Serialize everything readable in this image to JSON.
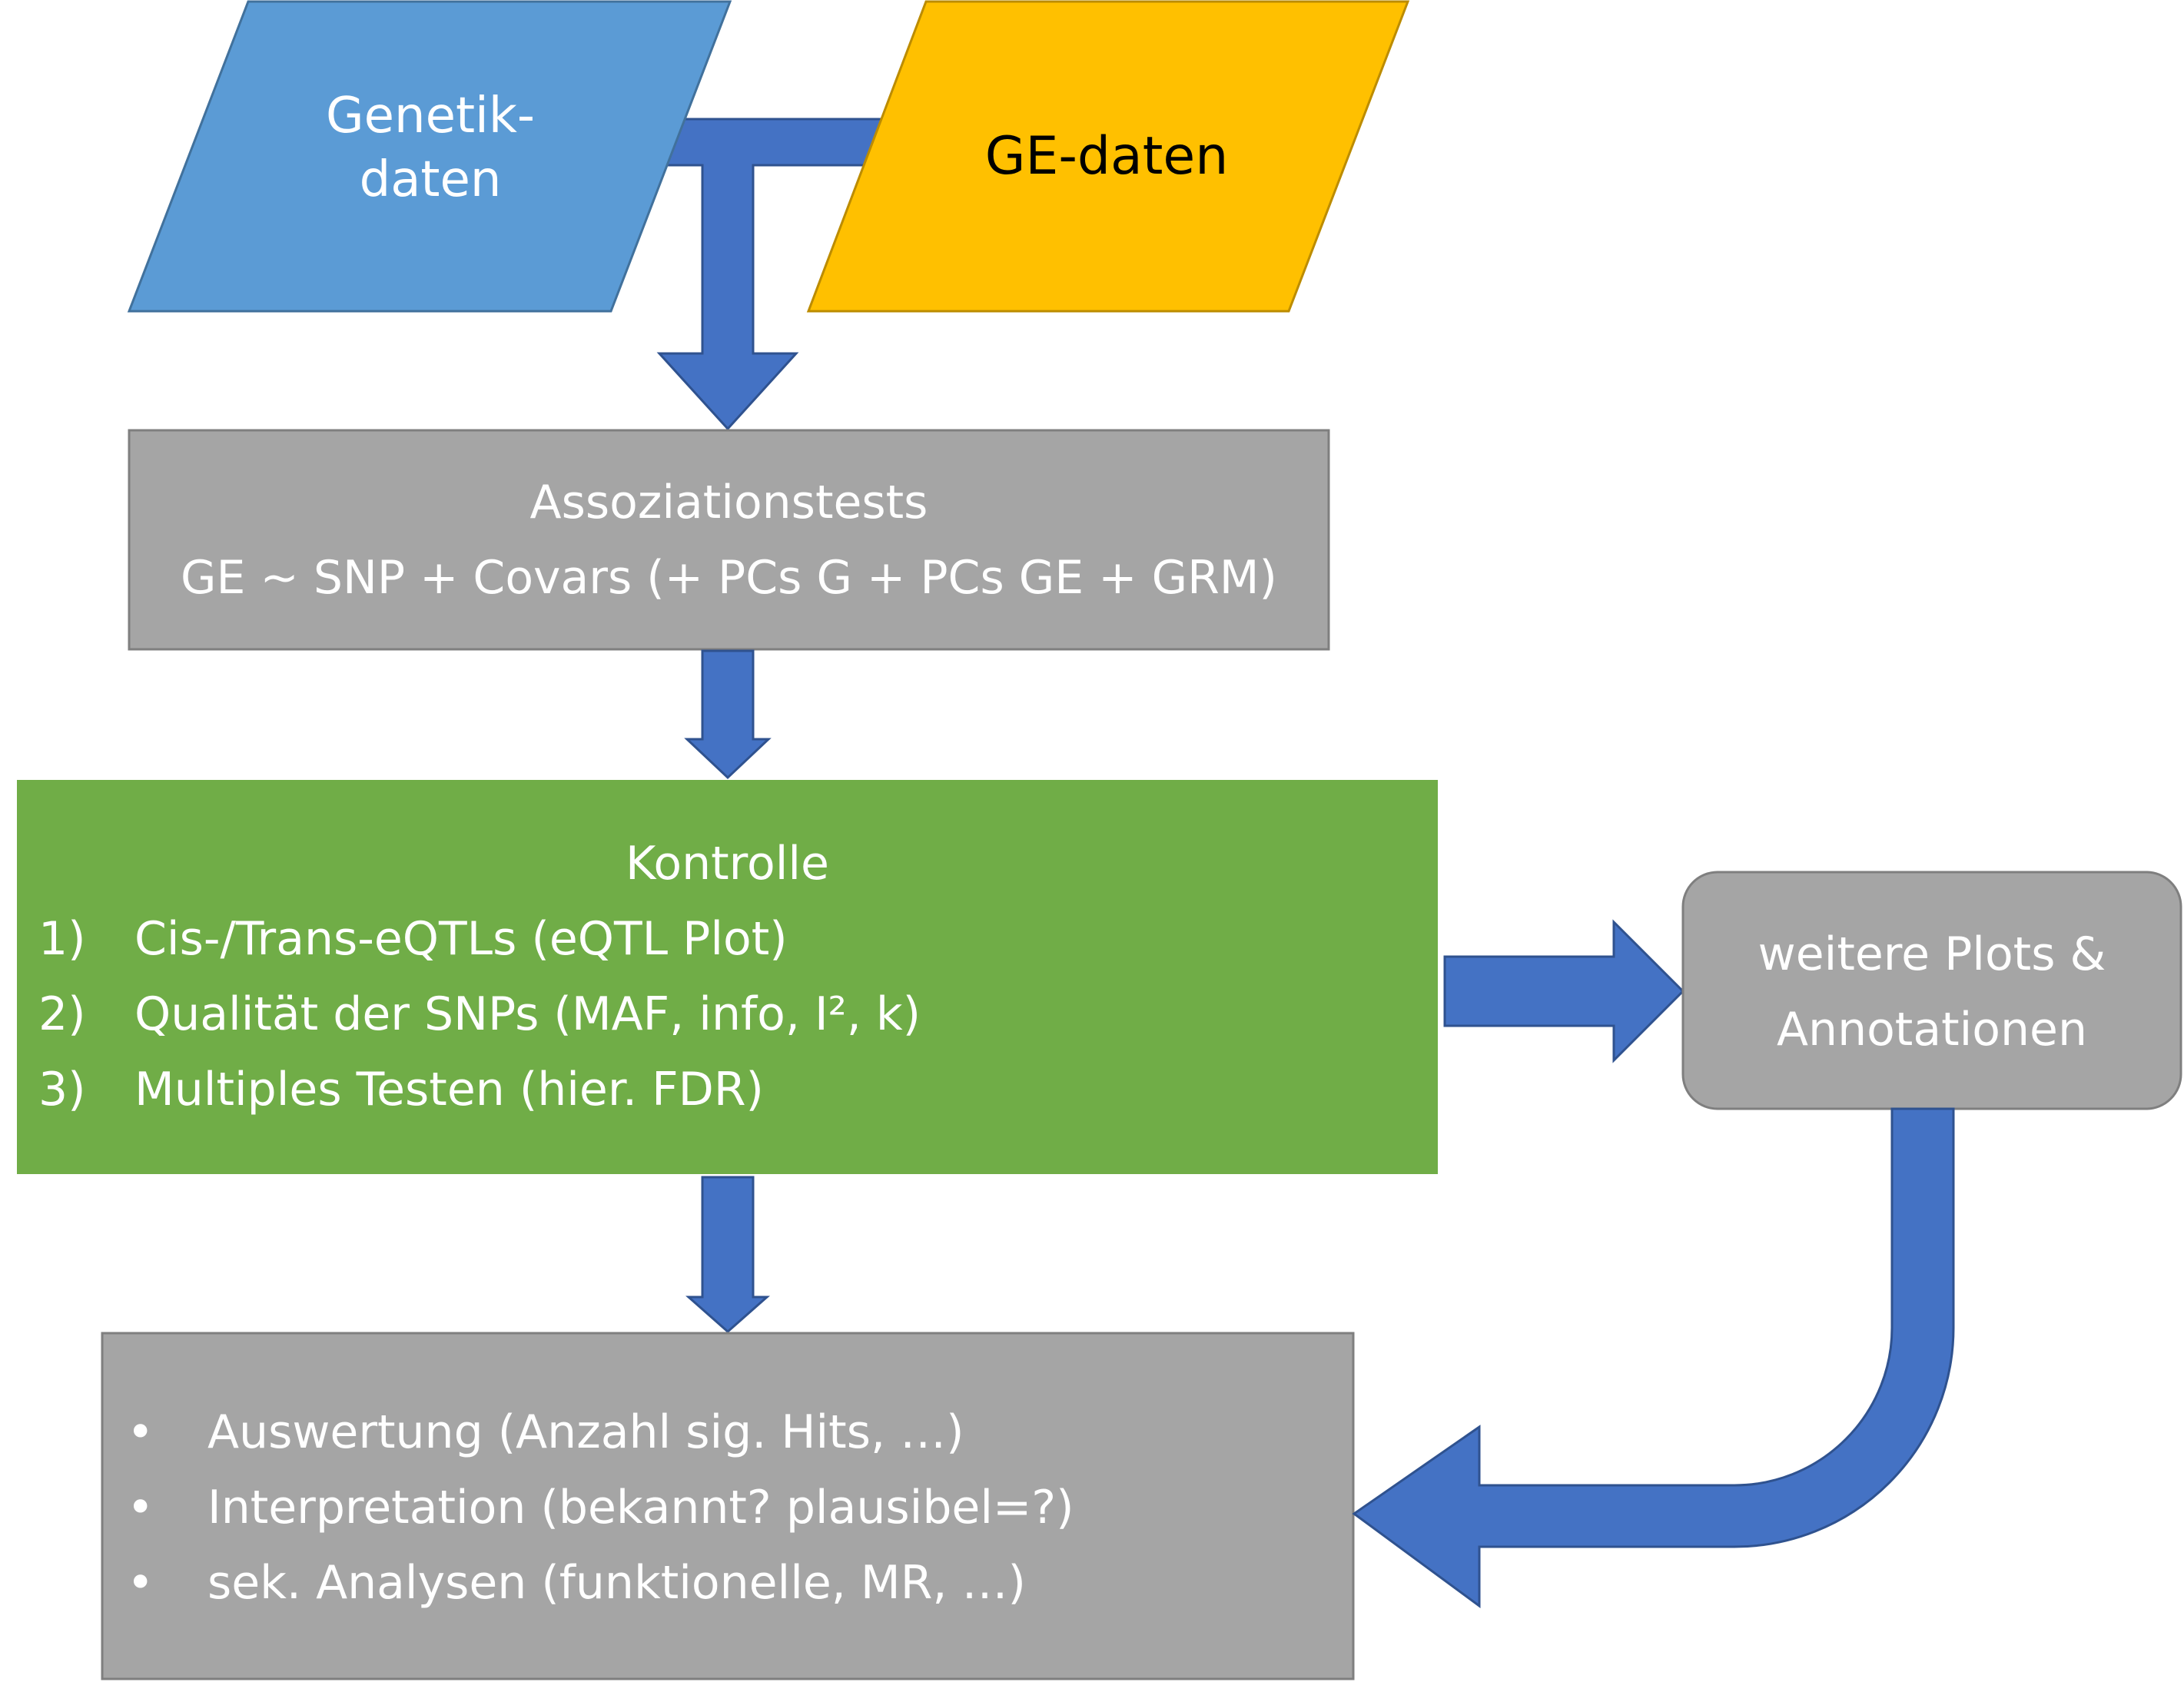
{
  "nodes": {
    "genetik": {
      "line1": "Genetik-",
      "line2": "daten",
      "color": "#5B9BD5"
    },
    "ge": {
      "label": "GE-daten",
      "color": "#FFC000"
    },
    "assoc": {
      "line1": "Assoziationstests",
      "line2": "GE ~ SNP + Covars (+ PCs G + PCs GE + GRM)",
      "color": "#A5A5A5"
    },
    "kontrolle": {
      "title": "Kontrolle",
      "items": [
        {
          "num": "1)",
          "text": "Cis-/Trans-eQTLs (eQTL Plot)"
        },
        {
          "num": "2)",
          "text": "Qualität der SNPs (MAF, info, I², k)"
        },
        {
          "num": "3)",
          "text": "Multiples Testen (hier. FDR)"
        }
      ],
      "color": "#70AD47"
    },
    "weitere": {
      "line1": "weitere Plots &",
      "line2": "Annotationen",
      "color": "#A5A5A5"
    },
    "results": {
      "bullet": "•",
      "items": [
        "Auswertung (Anzahl sig. Hits, …)",
        "Interpretation (bekannt? plausibel=?)",
        "sek. Analysen (funktionelle, MR, …)"
      ],
      "color": "#A5A5A5"
    }
  },
  "arrow_color": "#4472C4",
  "arrows": [
    {
      "from": "genetik + ge",
      "to": "assoc"
    },
    {
      "from": "assoc",
      "to": "kontrolle"
    },
    {
      "from": "kontrolle",
      "to": "weitere"
    },
    {
      "from": "kontrolle",
      "to": "results"
    },
    {
      "from": "weitere",
      "to": "results"
    }
  ]
}
